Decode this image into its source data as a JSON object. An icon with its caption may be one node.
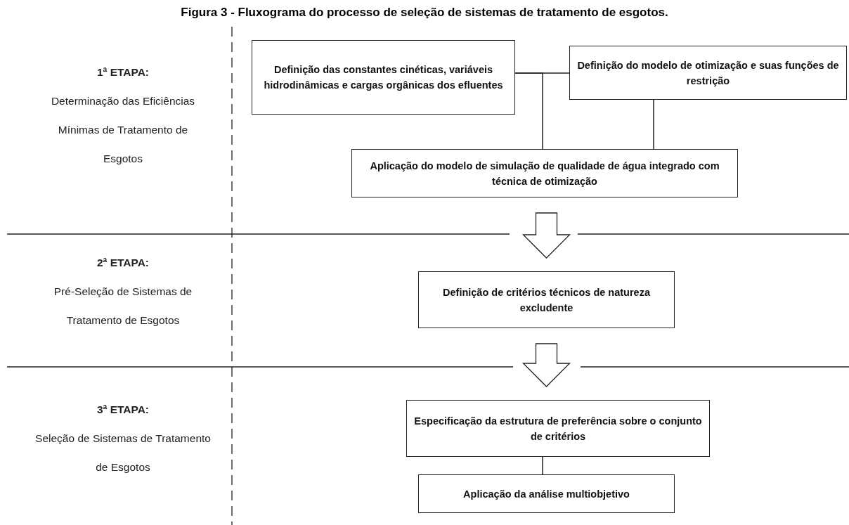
{
  "diagram": {
    "title": "Figura 3 - Fluxograma do processo de seleção de sistemas de tratamento de esgotos.",
    "nodes": [
      {
        "text": [
          "Definição das constantes cinéticas, variáveis hidrodinâmicas e cargas  orgânicas dos efluentes"
        ]
      },
      {
        "text": [
          "Definição do modelo de otimização e suas funções de restrição"
        ]
      },
      {
        "text": [
          "Aplicação do modelo de simulação de qualidade de água integrado com técnica de otimização"
        ]
      },
      {
        "text": [
          "Definição de critérios técnicos de natureza excludente"
        ]
      },
      {
        "text": [
          "Especificação da estrutura de preferência sobre o conjunto de critérios"
        ]
      },
      {
        "text": [
          "Aplicação da análise multiobjetivo"
        ]
      }
    ],
    "edges": [
      {
        "from": 0,
        "to": 1,
        "arrow": "none"
      },
      {
        "from": 0,
        "to": 2,
        "arrow": "none"
      },
      {
        "from": 1,
        "to": 2,
        "arrow": "none"
      },
      {
        "from": 2,
        "to": 3,
        "arrow": "to"
      },
      {
        "from": 3,
        "to": 4,
        "arrow": "to"
      },
      {
        "from": 4,
        "to": 5,
        "arrow": "none"
      }
    ],
    "labels": [
      "1ª ETAPA:",
      "Determinação das Eficiências Mínimas de Tratamento de Esgotos",
      "2ª ETAPA:",
      "Pré-Seleção de Sistemas de Tratamento de Esgotos",
      "3ª ETAPA:",
      "Seleção de Sistemas de Tratamento de Esgotos"
    ]
  }
}
